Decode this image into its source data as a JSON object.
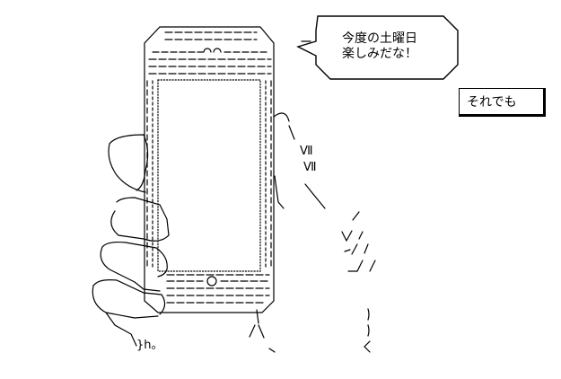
{
  "speech_bubble": {
    "line1": "今度の土曜日",
    "line2": "楽しみだな！"
  },
  "tag_box": {
    "text": "それでも"
  },
  "art_text": {
    "hand_note": "}h。",
    "numeral_a": "Ⅶ",
    "numeral_b": "Ⅶ"
  },
  "colors": {
    "ink": "#000000",
    "paper": "#ffffff"
  }
}
